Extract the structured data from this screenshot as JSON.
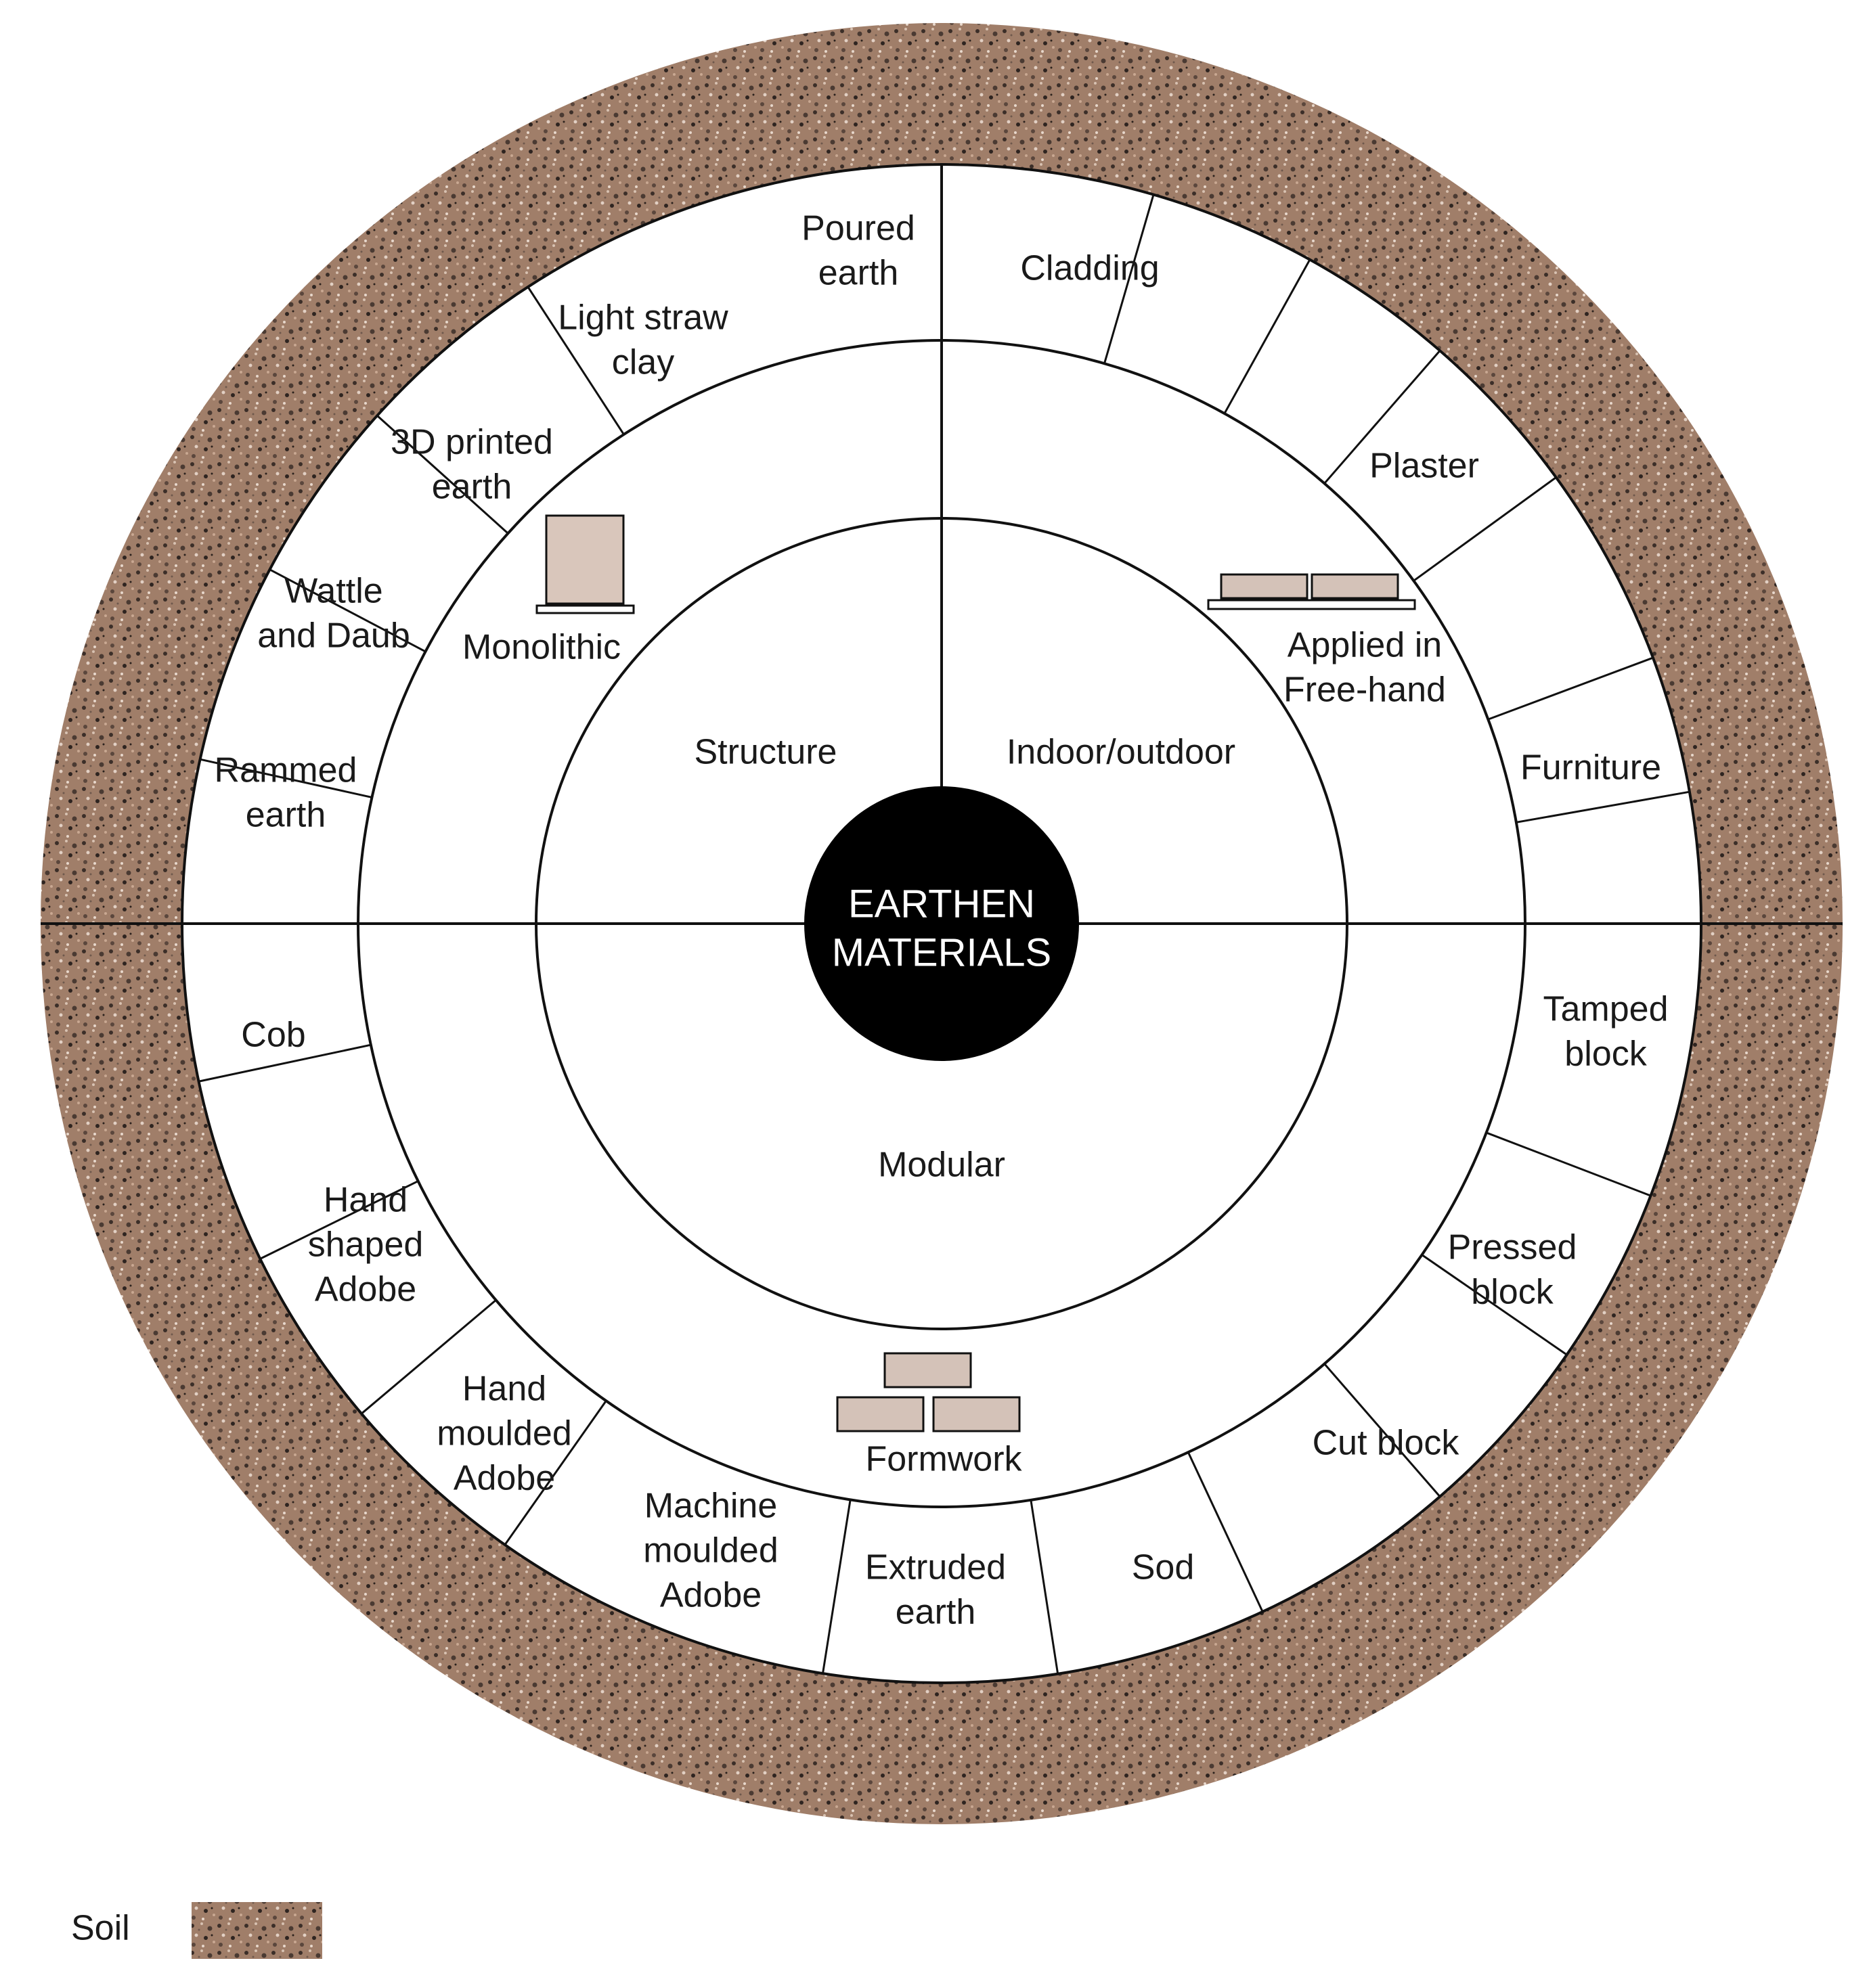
{
  "center": {
    "line1": "EARTHEN",
    "line2": "MATERIALS"
  },
  "categories": [
    {
      "key": "structure",
      "label": "Structure"
    },
    {
      "key": "indoor",
      "label": "Indoor/outdoor"
    },
    {
      "key": "modular",
      "label": "Modular"
    }
  ],
  "techniques": [
    {
      "key": "monolithic",
      "lines": [
        "Monolithic"
      ]
    },
    {
      "key": "freehand",
      "lines": [
        "Applied in",
        "Free-hand"
      ]
    },
    {
      "key": "formwork",
      "lines": [
        "Formwork"
      ]
    }
  ],
  "outer_items": [
    {
      "key": "rammed-earth",
      "lines": [
        "Rammed",
        "earth"
      ]
    },
    {
      "key": "wattle-daub",
      "lines": [
        "Wattle",
        "and Daub"
      ]
    },
    {
      "key": "3d-printed",
      "lines": [
        "3D printed",
        "earth"
      ]
    },
    {
      "key": "light-straw",
      "lines": [
        "Light straw",
        "clay"
      ]
    },
    {
      "key": "poured-earth",
      "lines": [
        "Poured",
        "earth"
      ]
    },
    {
      "key": "cladding",
      "lines": [
        "Cladding"
      ]
    },
    {
      "key": "plaster",
      "lines": [
        "Plaster"
      ]
    },
    {
      "key": "furniture",
      "lines": [
        "Furniture"
      ]
    },
    {
      "key": "tamped-block",
      "lines": [
        "Tamped",
        "block"
      ]
    },
    {
      "key": "pressed-block",
      "lines": [
        "Pressed",
        "block"
      ]
    },
    {
      "key": "cut-block",
      "lines": [
        "Cut block"
      ]
    },
    {
      "key": "sod",
      "lines": [
        "Sod"
      ]
    },
    {
      "key": "extruded-earth",
      "lines": [
        "Extruded",
        "earth"
      ]
    },
    {
      "key": "machine-adobe",
      "lines": [
        "Machine",
        "moulded",
        "Adobe"
      ]
    },
    {
      "key": "hand-moulded-adobe",
      "lines": [
        "Hand",
        "moulded",
        "Adobe"
      ]
    },
    {
      "key": "hand-shaped-adobe",
      "lines": [
        "Hand",
        "shaped",
        "Adobe"
      ]
    },
    {
      "key": "cob",
      "lines": [
        "Cob"
      ]
    }
  ],
  "legend": {
    "label": "Soil"
  },
  "colors": {
    "soil": "#9c7a66",
    "soil_dark": "#3b2e28",
    "ink": "#111111",
    "center": "#000000"
  }
}
